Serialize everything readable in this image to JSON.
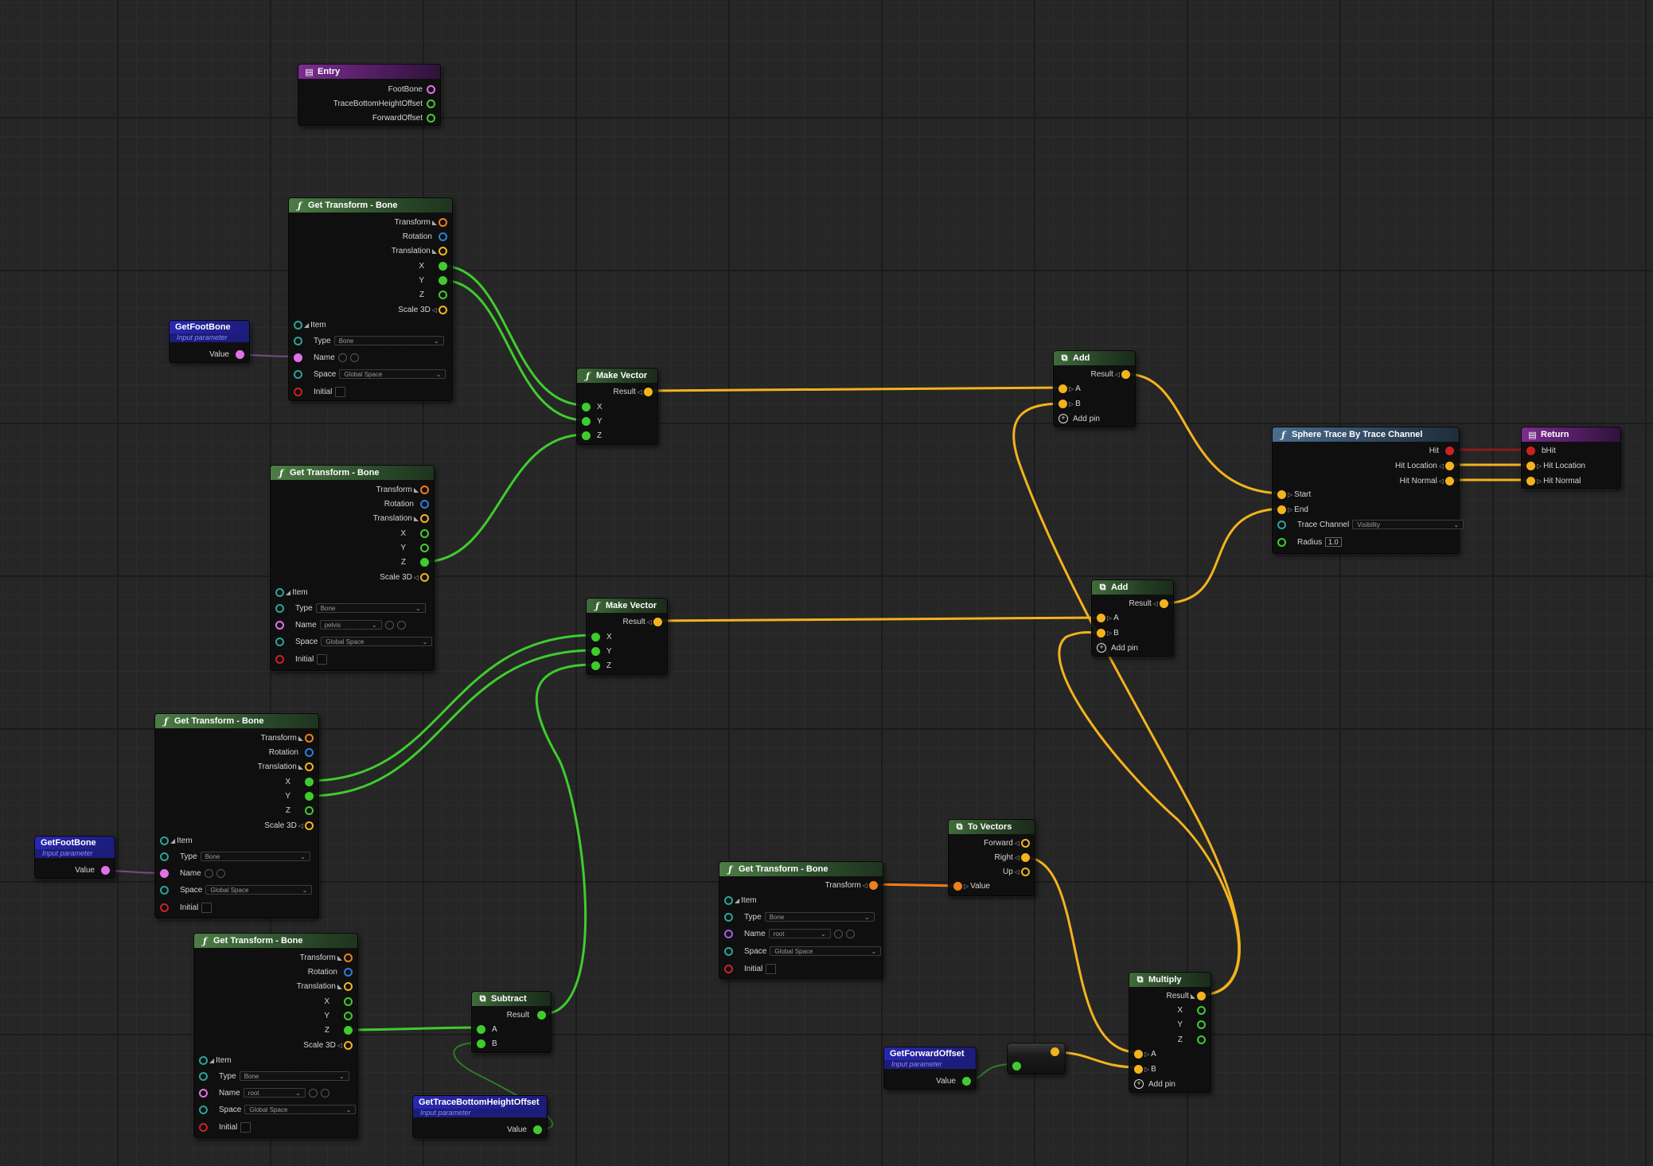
{
  "pin_labels": {
    "transform": "Transform",
    "rotation": "Rotation",
    "translation": "Translation",
    "x": "X",
    "y": "Y",
    "z": "Z",
    "scale3d": "Scale 3D",
    "item": "Item",
    "type": "Type",
    "name": "Name",
    "space": "Space",
    "initial": "Initial",
    "result": "Result",
    "a": "A",
    "b": "B",
    "add_pin": "Add pin",
    "value": "Value",
    "forward": "Forward",
    "right": "Right",
    "up": "Up"
  },
  "entry": {
    "title": "Entry",
    "pins": [
      "FootBone",
      "TraceBottomHeightOffset",
      "ForwardOffset"
    ]
  },
  "get_transform_title": "Get Transform - Bone",
  "dropdowns": {
    "type": "Bone",
    "space": "Global Space",
    "name_pelvis": "pelvis",
    "name_root": "root"
  },
  "param": {
    "foot": "GetFootBone",
    "trace": "GetTraceBottomHeightOffset",
    "forward": "GetForwardOffset",
    "subtitle": "Input parameter"
  },
  "make_vector": "Make Vector",
  "add": "Add",
  "subtract": "Subtract",
  "multiply": "Multiply",
  "to_vectors": "To Vectors",
  "sphere_trace": {
    "title": "Sphere Trace By Trace Channel",
    "hit": "Hit",
    "hit_location": "Hit Location",
    "hit_normal": "Hit Normal",
    "start": "Start",
    "end": "End",
    "trace_channel": "Trace Channel",
    "channel_value": "Visibility",
    "radius": "Radius",
    "radius_value": "1.0"
  },
  "return_node": {
    "title": "Return",
    "bhit": "bHit",
    "hit_location": "Hit Location",
    "hit_normal": "Hit Normal"
  },
  "colors": {
    "vector": "#f3b31d",
    "float": "#3fcc2e",
    "transform": "#f07e1a",
    "rotator": "#2a7fd6",
    "name": "#e072e6",
    "bool": "#cc2222",
    "struct": "#2aa39a"
  }
}
